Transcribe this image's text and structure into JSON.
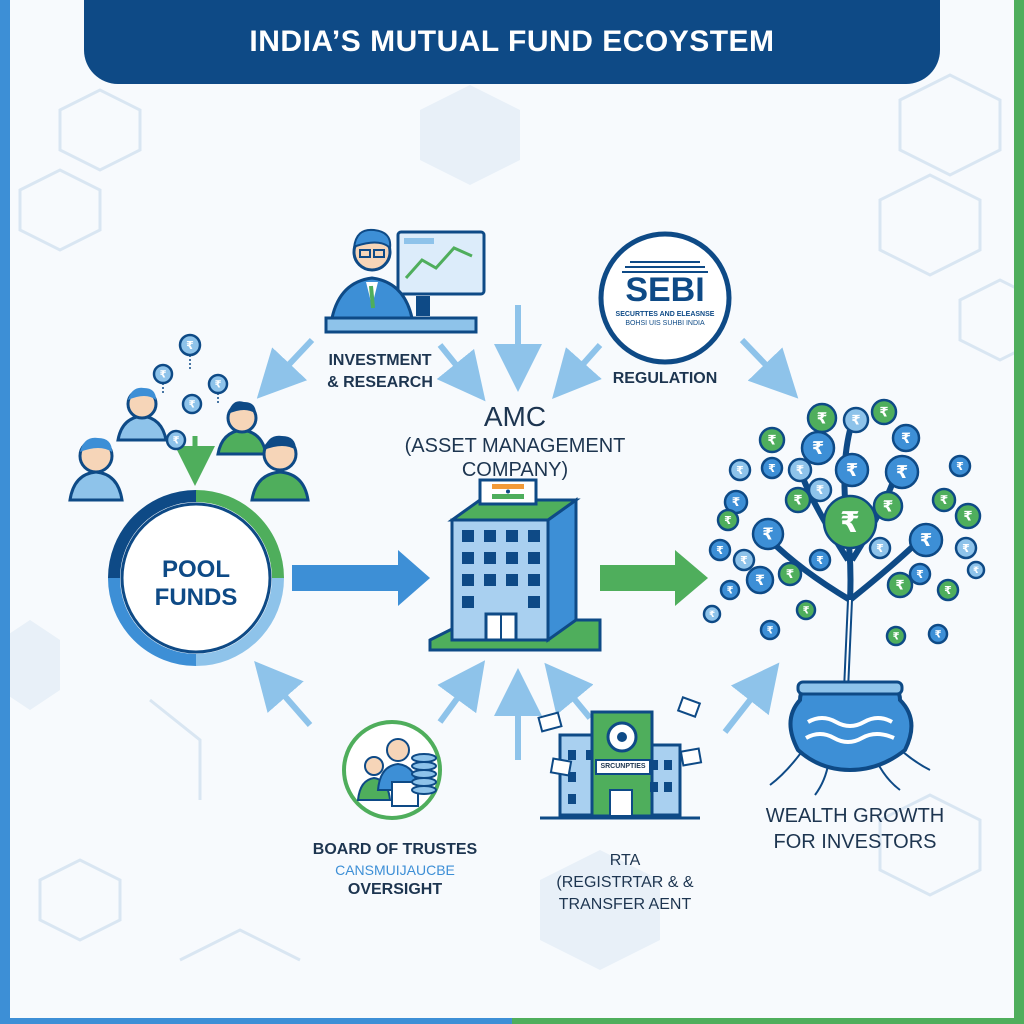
{
  "title": "INDIA’S MUTUAL FUND ECOYSTEM",
  "nodes": {
    "investment": {
      "line1": "INVESTMENT",
      "line2": "& RESEARCH"
    },
    "regulation": {
      "label": "REGULATION",
      "logo_text": "SEBI",
      "logo_sub1": "SECURTTES AND ELEASNSE",
      "logo_sub2": "BOHSI UIS SUHBI INDIA"
    },
    "amc": {
      "line1": "AMC",
      "line2": "(ASSET MANAGEMENT",
      "line3": "COMPANY)"
    },
    "pool": {
      "line1": "POOL",
      "line2": "FUNDS"
    },
    "wealth": {
      "line1": "WEALTH GROWTH",
      "line2": "FOR INVESTORS"
    },
    "trustees": {
      "line1": "BOARD OF TRUSTES",
      "line2": "CANSMUIJAUCBE",
      "line3": "OVERSIGHT"
    },
    "rta": {
      "line1": "RTA",
      "line2": "(REGISTRTAR & &",
      "line3": "TRANSFER AENT",
      "sign": "SRCUNPTIES"
    }
  },
  "symbols": {
    "rupee": "₹"
  },
  "colors": {
    "navy": "#0e4a86",
    "blue": "#3d8fd6",
    "green": "#4fae5c",
    "light_blue": "#8ec3ea",
    "text": "#1d3550"
  }
}
